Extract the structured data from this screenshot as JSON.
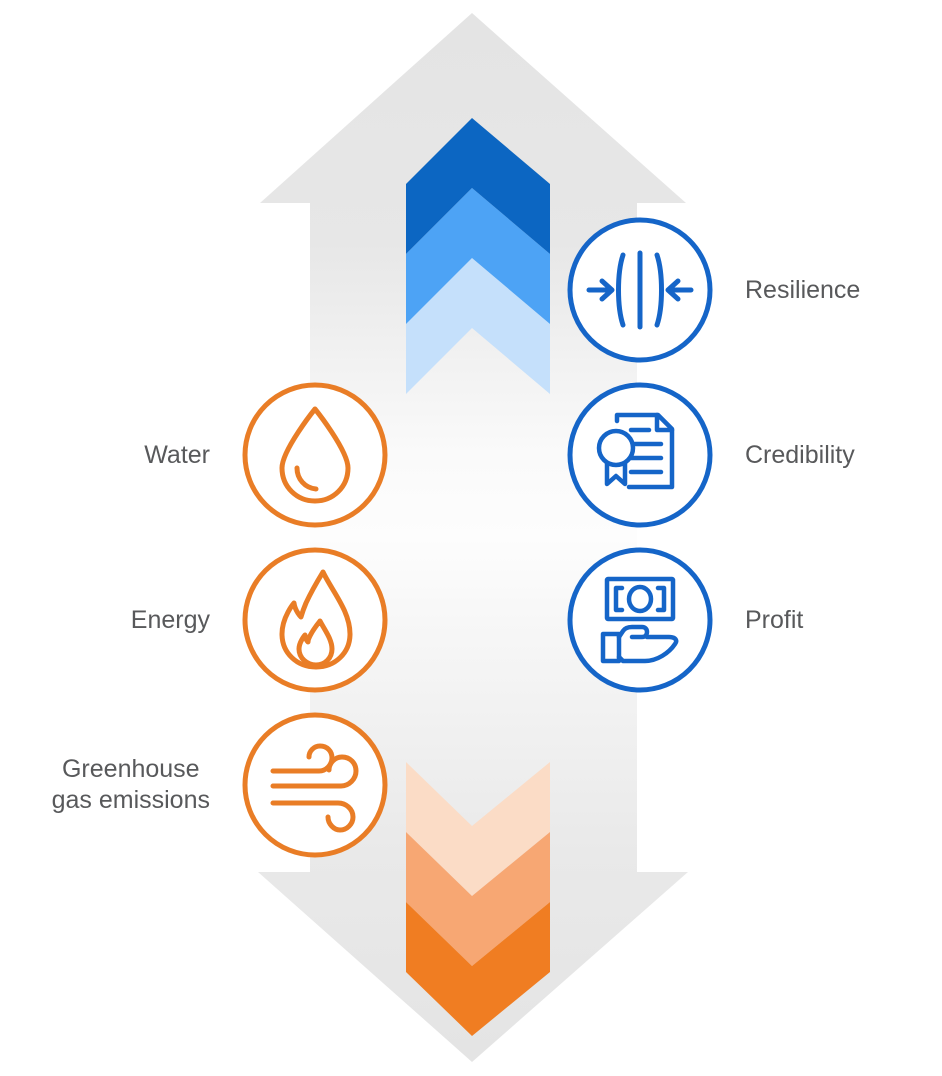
{
  "diagram": {
    "title": "Sustainability impact arrow diagram",
    "colors": {
      "blue_dark": "#0c66c2",
      "blue_mid": "#4da3f5",
      "blue_light": "#c5e0fb",
      "orange_dark": "#f07d22",
      "orange_mid": "#f7a773",
      "orange_light": "#fbdcc6",
      "icon_blue": "#1565c8",
      "icon_orange": "#e97d26",
      "arrow_gray": "#e6e6e6",
      "text_gray": "#58595b"
    },
    "up_arrow": {
      "name": "upward-arrow",
      "direction": "up",
      "chevrons": [
        {
          "name": "chevron-up-dark",
          "color": "#0c66c2"
        },
        {
          "name": "chevron-up-mid",
          "color": "#4da3f5"
        },
        {
          "name": "chevron-up-light",
          "color": "#c5e0fb"
        }
      ]
    },
    "down_arrow": {
      "name": "downward-arrow",
      "direction": "down",
      "chevrons": [
        {
          "name": "chevron-down-light",
          "color": "#fbdcc6"
        },
        {
          "name": "chevron-down-mid",
          "color": "#f7a773"
        },
        {
          "name": "chevron-down-dark",
          "color": "#f07d22"
        }
      ]
    },
    "right_items": [
      {
        "label": "Resilience",
        "icon": "resilience-icon",
        "color": "#1565c8"
      },
      {
        "label": "Credibility",
        "icon": "certificate-icon",
        "color": "#1565c8"
      },
      {
        "label": "Profit",
        "icon": "money-hand-icon",
        "color": "#1565c8"
      }
    ],
    "left_items": [
      {
        "label": "Water",
        "icon": "water-drop-icon",
        "color": "#e97d26"
      },
      {
        "label": "Energy",
        "icon": "flame-icon",
        "color": "#e97d26"
      },
      {
        "label": "Greenhouse\ngas emissions",
        "icon": "wind-icon",
        "color": "#e97d26"
      }
    ]
  }
}
